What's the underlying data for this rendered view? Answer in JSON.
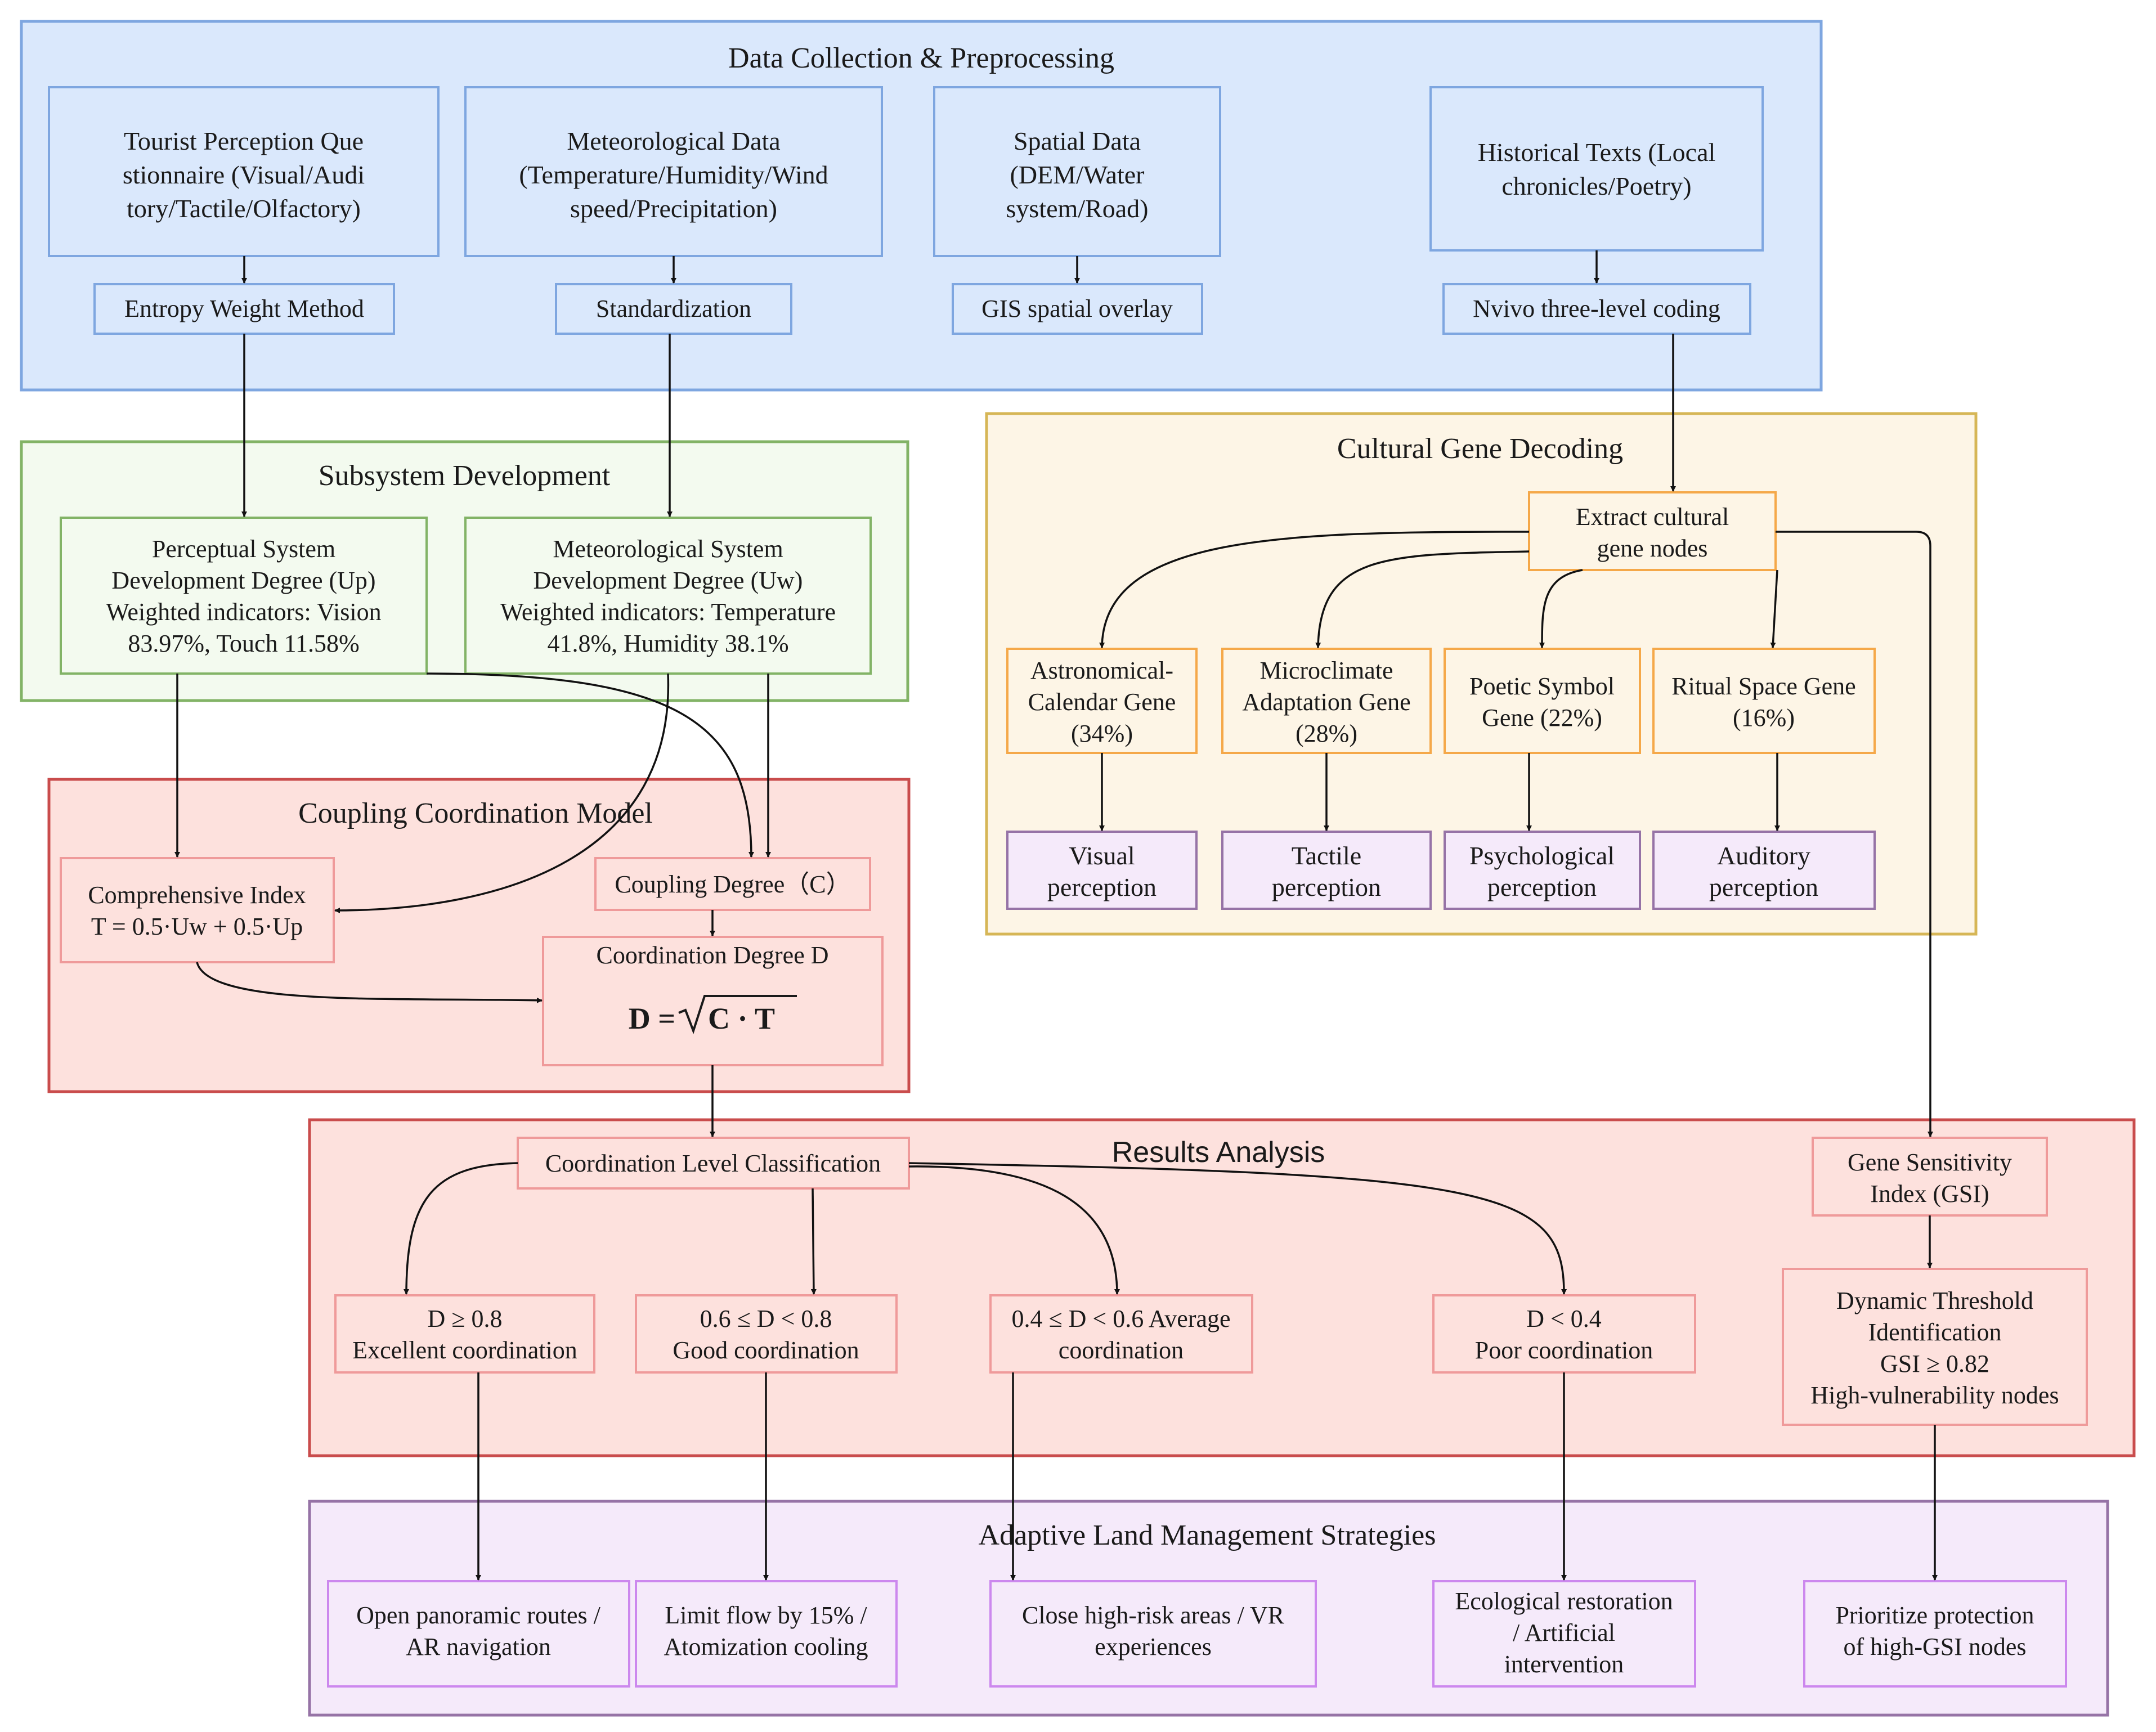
{
  "sections": {
    "data_collection": "Data Collection & Preprocessing",
    "subsystem": "Subsystem Development",
    "cultural": "Cultural Gene Decoding",
    "coupling": "Coupling Coordination Model",
    "results": "Results Analysis",
    "strategies": "Adaptive Land Management Strategies"
  },
  "sources": {
    "tourist": [
      "Tourist Perception Que",
      "stionnaire (Visual/Audi",
      "tory/Tactile/Olfactory)"
    ],
    "meteo": [
      "Meteorological Data",
      "(Temperature/Humidity/Wind",
      "speed/Precipitation)"
    ],
    "spatial": [
      "Spatial Data",
      "(DEM/Water",
      "system/Road)"
    ],
    "historical": [
      "Historical Texts (Local",
      "chronicles/Poetry)"
    ]
  },
  "methods": {
    "entropy": "Entropy Weight Method",
    "standardization": "Standardization",
    "gis": "GIS spatial overlay",
    "nvivo": "Nvivo three-level coding"
  },
  "subsystem_nodes": {
    "perceptual": [
      "Perceptual System",
      "Development Degree (Up)",
      "Weighted indicators: Vision",
      "83.97%, Touch 11.58%"
    ],
    "meteorological": [
      "Meteorological System",
      "Development Degree (Uw)",
      "Weighted indicators: Temperature",
      "41.8%, Humidity 38.1%"
    ]
  },
  "cultural_nodes": {
    "extract": [
      "Extract cultural",
      "gene nodes"
    ],
    "astronomical": [
      "Astronomical-",
      "Calendar Gene",
      "(34%)"
    ],
    "microclimate": [
      "Microclimate",
      "Adaptation Gene",
      "(28%)"
    ],
    "poetic": [
      "Poetic Symbol",
      "Gene (22%)"
    ],
    "ritual": [
      "Ritual Space Gene",
      "(16%)"
    ],
    "visual": [
      "Visual",
      "perception"
    ],
    "tactile": [
      "Tactile",
      "perception"
    ],
    "psychological": [
      "Psychological",
      "perception"
    ],
    "auditory": [
      "Auditory",
      "perception"
    ]
  },
  "coupling_nodes": {
    "comprehensive": [
      "Comprehensive Index",
      "T = 0.5·Uw + 0.5·Up"
    ],
    "coupling_degree": "Coupling Degree（C）",
    "coordination_label": "Coordination Degree D",
    "formula_lhs": "D = ",
    "formula_rad": "C · T"
  },
  "results_nodes": {
    "classification": "Coordination Level Classification",
    "gsi": [
      "Gene Sensitivity",
      "Index (GSI)"
    ],
    "excellent": [
      "D ≥ 0.8",
      "Excellent coordination"
    ],
    "good": [
      "0.6 ≤ D < 0.8",
      "Good coordination"
    ],
    "average": [
      "0.4 ≤ D < 0.6  Average",
      "coordination"
    ],
    "poor": [
      "D < 0.4",
      "Poor coordination"
    ],
    "threshold": [
      "Dynamic Threshold",
      "Identification",
      "GSI ≥ 0.82",
      "High-vulnerability nodes"
    ]
  },
  "strategy_nodes": {
    "open": [
      "Open panoramic routes /",
      "AR navigation"
    ],
    "limit": [
      "Limit flow by 15% /",
      "Atomization cooling"
    ],
    "close": [
      "Close high-risk areas / VR",
      "experiences"
    ],
    "eco": [
      "Ecological restoration",
      "/ Artificial",
      "intervention"
    ],
    "prioritize": [
      "Prioritize protection",
      "of high-GSI nodes"
    ]
  },
  "colors": {
    "blue_fill": "#dae8fc",
    "blue_stroke": "#7ea6e0",
    "green_fill": "#f3faef",
    "green_stroke": "#82b366",
    "orange_fill": "#fdf5e6",
    "orange_stroke": "#d6b656",
    "orange_node": "#f5a849",
    "red_fill": "#fde1dd",
    "red_stroke": "#c94c4c",
    "red_node": "#ef9a9a",
    "purple_fill": "#f5eafa",
    "purple_stroke": "#9673a6",
    "purple_node": "#cc88ee"
  }
}
